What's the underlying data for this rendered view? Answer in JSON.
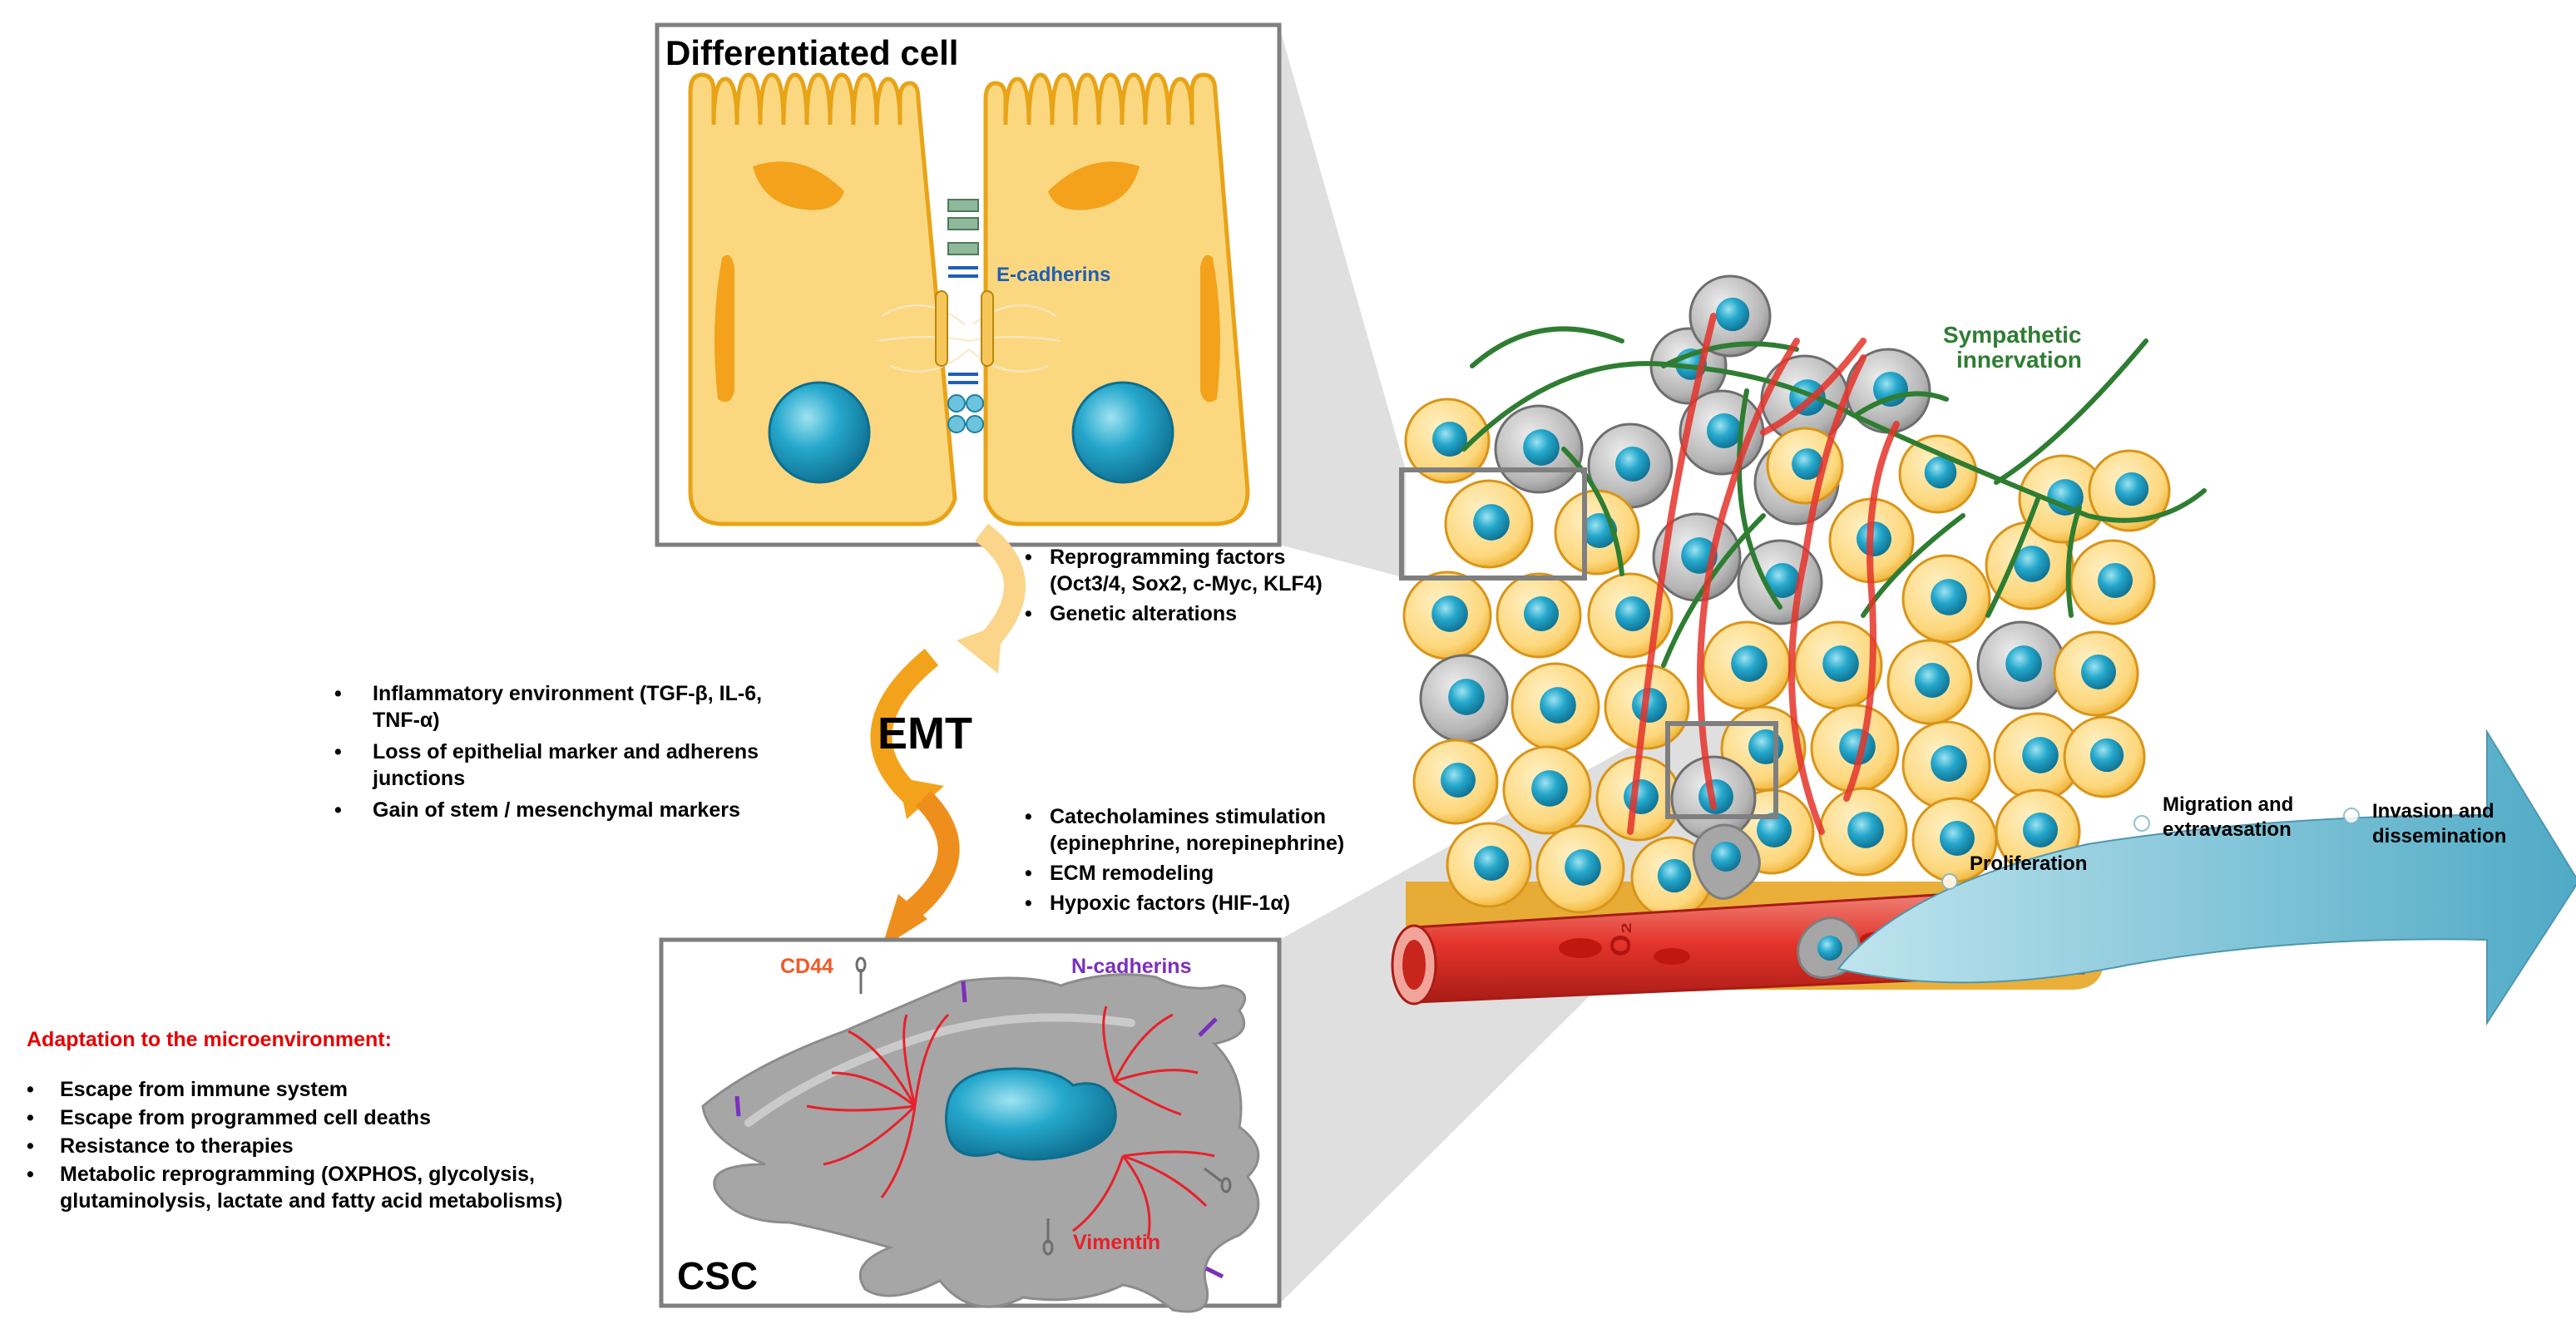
{
  "differentiated_cell": {
    "title": "Differentiated cell",
    "ecadherin_label": "E-cadherins"
  },
  "emt": {
    "label": "EMT",
    "reprogramming": [
      "Reprogramming factors",
      "(Oct3/4, Sox2, c-Myc, KLF4)",
      "Genetic alterations"
    ],
    "inflammatory": [
      "Inflammatory environment (TGF-β, IL-6,",
      "TNF-α)",
      "Loss of epithelial marker and adherens",
      "junctions",
      "Gain of stem / mesenchymal markers"
    ],
    "catecholamines": [
      "Catecholamines stimulation",
      "(epinephrine, norepinephrine)",
      "ECM remodeling",
      "Hypoxic factors (HIF-1α)"
    ]
  },
  "adaptation": {
    "heading": "Adaptation to the microenvironment:",
    "items": [
      "Escape from immune system",
      "Escape from programmed cell deaths",
      "Resistance to therapies",
      "Metabolic reprogramming (OXPHOS, glycolysis,",
      "glutaminolysis, lactate and fatty acid metabolisms)"
    ]
  },
  "csc": {
    "label": "CSC",
    "cd44_label": "CD44",
    "ncadherin_label": "N-cadherins",
    "vimentin_label": "Vimentin"
  },
  "tumor": {
    "sympathetic_label": [
      "Sympathetic",
      "innervation"
    ],
    "vessel_label": "O₂",
    "stages": [
      [
        "Proliferation"
      ],
      [
        "Migration and",
        "extravasation"
      ],
      [
        "Invasion and",
        "dissemination"
      ]
    ]
  },
  "colors": {
    "cell_yellow": "#FDD77C",
    "cell_border": "#E8A317",
    "nucleus_blue": "#1E9BBF",
    "csc_gray": "#A6A6A6",
    "vessel_red": "#E4342B",
    "nerve_green": "#2E7D32",
    "arrow_blue": "#5FB4CC",
    "emt_arrow": "#F3A31B",
    "red_text": "#E60000",
    "purple": "#7B2FBE",
    "cd44_orange": "#F05A28"
  }
}
